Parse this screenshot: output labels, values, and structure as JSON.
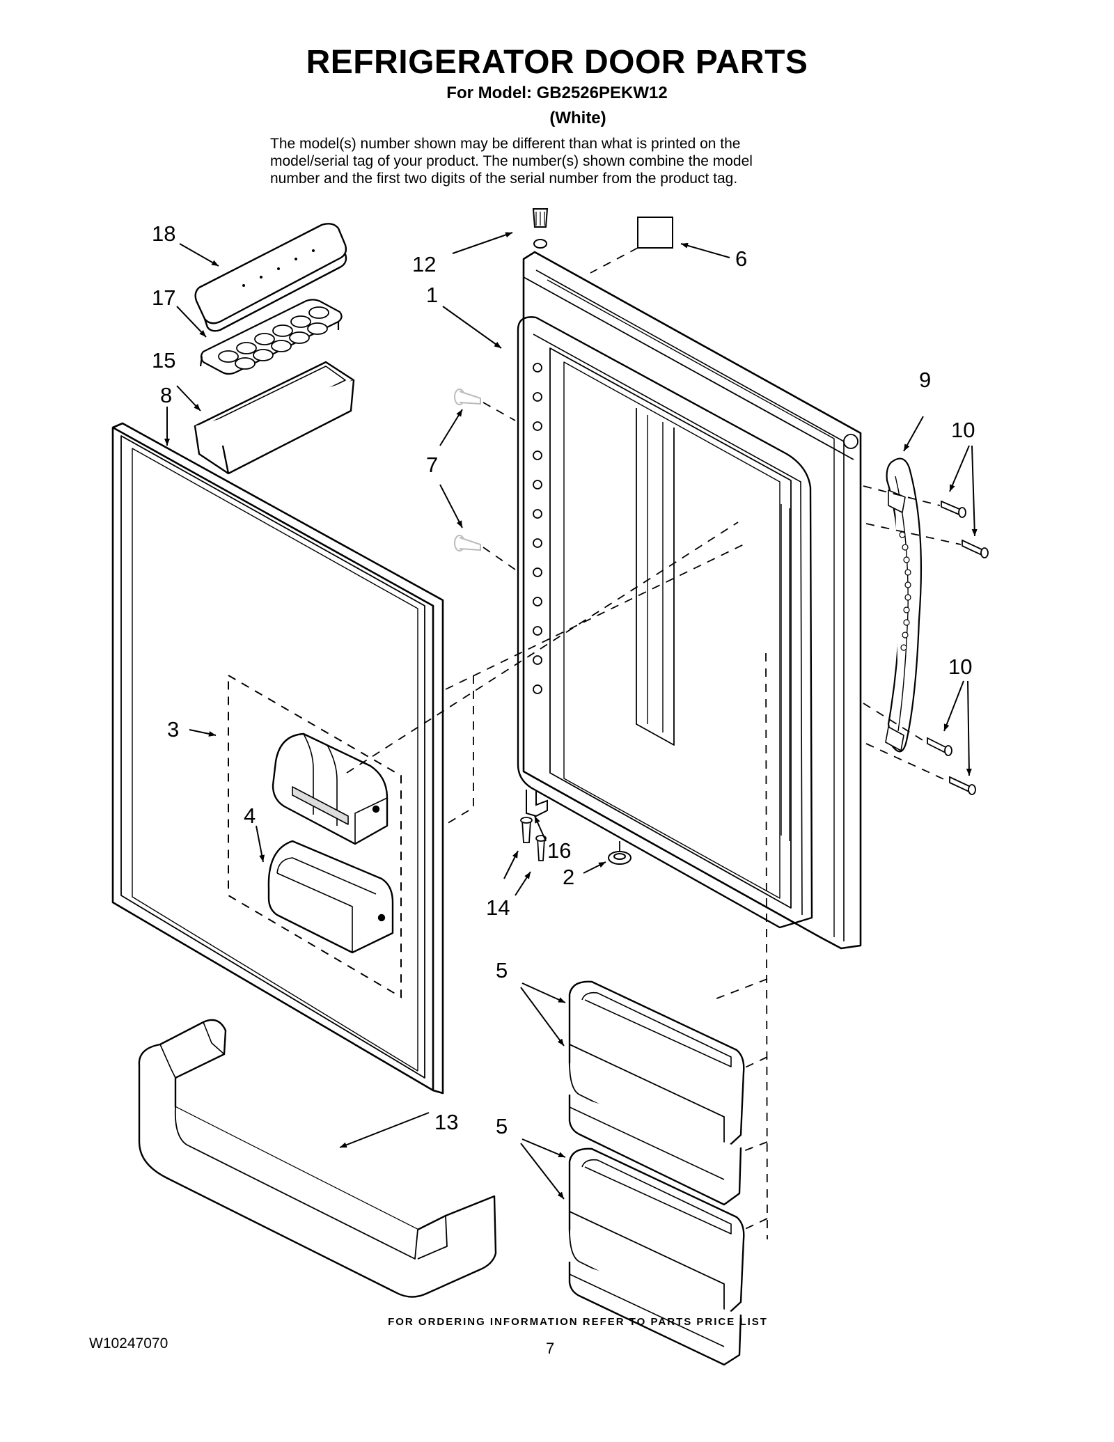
{
  "header": {
    "title": "REFRIGERATOR DOOR PARTS",
    "model_line": "For Model: GB2526PEKW12",
    "color": "(White)",
    "note_lines": [
      "The model(s) number shown may be different than what is printed on the",
      "model/serial tag of your product. The number(s) shown combine the model",
      "number and the first two digits of the serial number from the product tag."
    ]
  },
  "callouts": {
    "c1": "1",
    "c2": "2",
    "c3": "3",
    "c4": "4",
    "c5a": "5",
    "c5b": "5",
    "c6": "6",
    "c7": "7",
    "c8": "8",
    "c9": "9",
    "c10a": "10",
    "c10b": "10",
    "c12": "12",
    "c13": "13",
    "c14": "14",
    "c15": "15",
    "c16": "16",
    "c17": "17",
    "c18": "18"
  },
  "footer": {
    "ordering_info": "FOR ORDERING INFORMATION REFER TO PARTS PRICE LIST",
    "document_number": "W10247070",
    "page_number": "7"
  },
  "colors": {
    "ink": "#000000",
    "paper": "#ffffff",
    "hardware_gray": "#bbbbbb"
  }
}
